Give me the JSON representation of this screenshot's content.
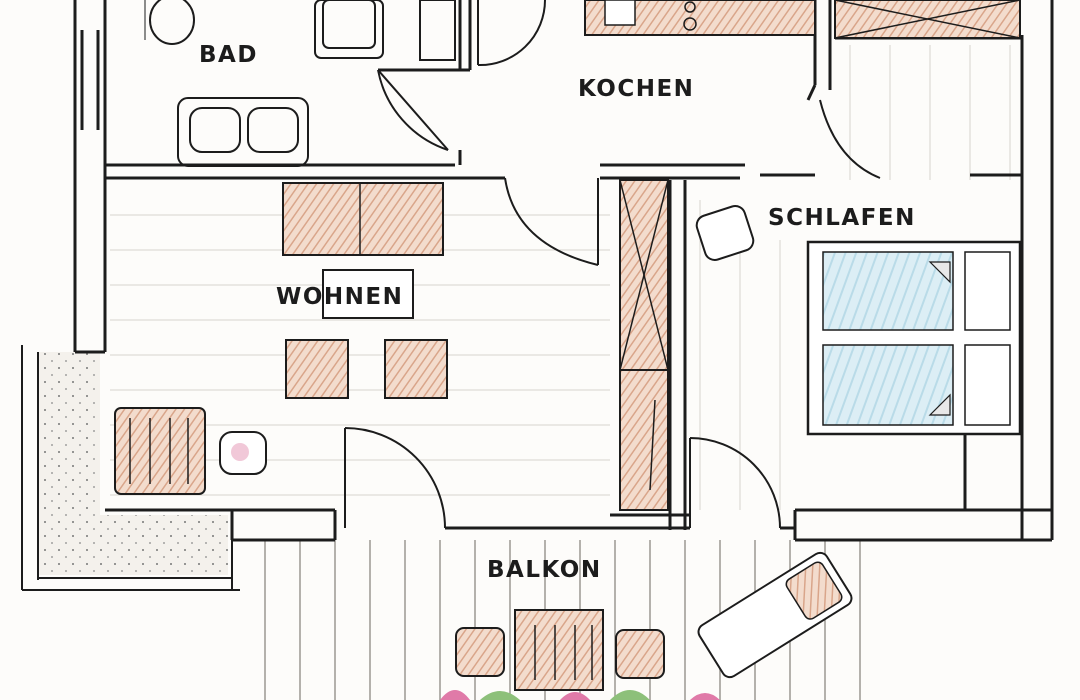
{
  "floorplan": {
    "rooms": {
      "bad": "BAD",
      "kochen": "KOCHEN",
      "schlafen": "SCHLAFEN",
      "wohnen": "WOHNEN",
      "balkon": "BALKON"
    },
    "colors": {
      "wall": "#1c1c1c",
      "wood_hatch": "#d9a58a",
      "bed_blue": "#b9dbe8",
      "stone_fill": "#d4cbc0",
      "plant_pink": "#e07aa8",
      "plant_green": "#8dc07a"
    }
  }
}
